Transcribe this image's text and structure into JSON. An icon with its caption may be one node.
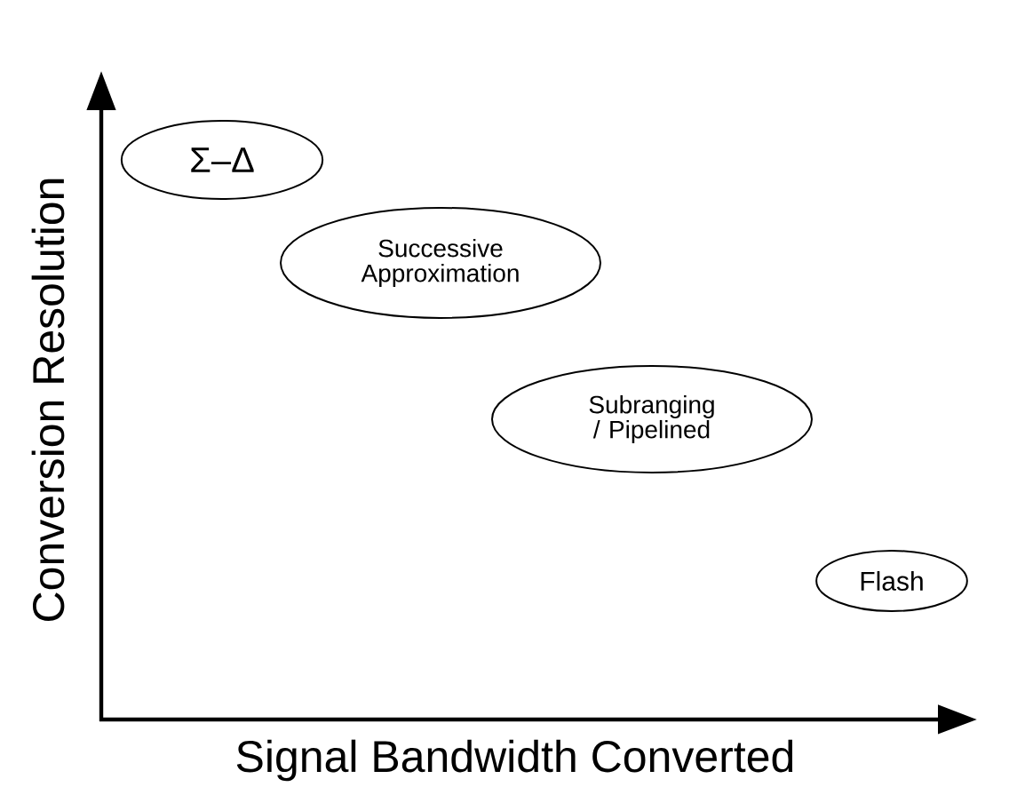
{
  "diagram": {
    "nodes": [
      {
        "text": [
          "Σ–Δ"
        ]
      },
      {
        "text": [
          "Successive Approximation"
        ]
      },
      {
        "text": [
          "Subranging / Pipelined"
        ]
      },
      {
        "text": [
          "Flash"
        ]
      }
    ],
    "labels": [
      "Conversion Resolution",
      "Signal Bandwidth Converted"
    ]
  }
}
